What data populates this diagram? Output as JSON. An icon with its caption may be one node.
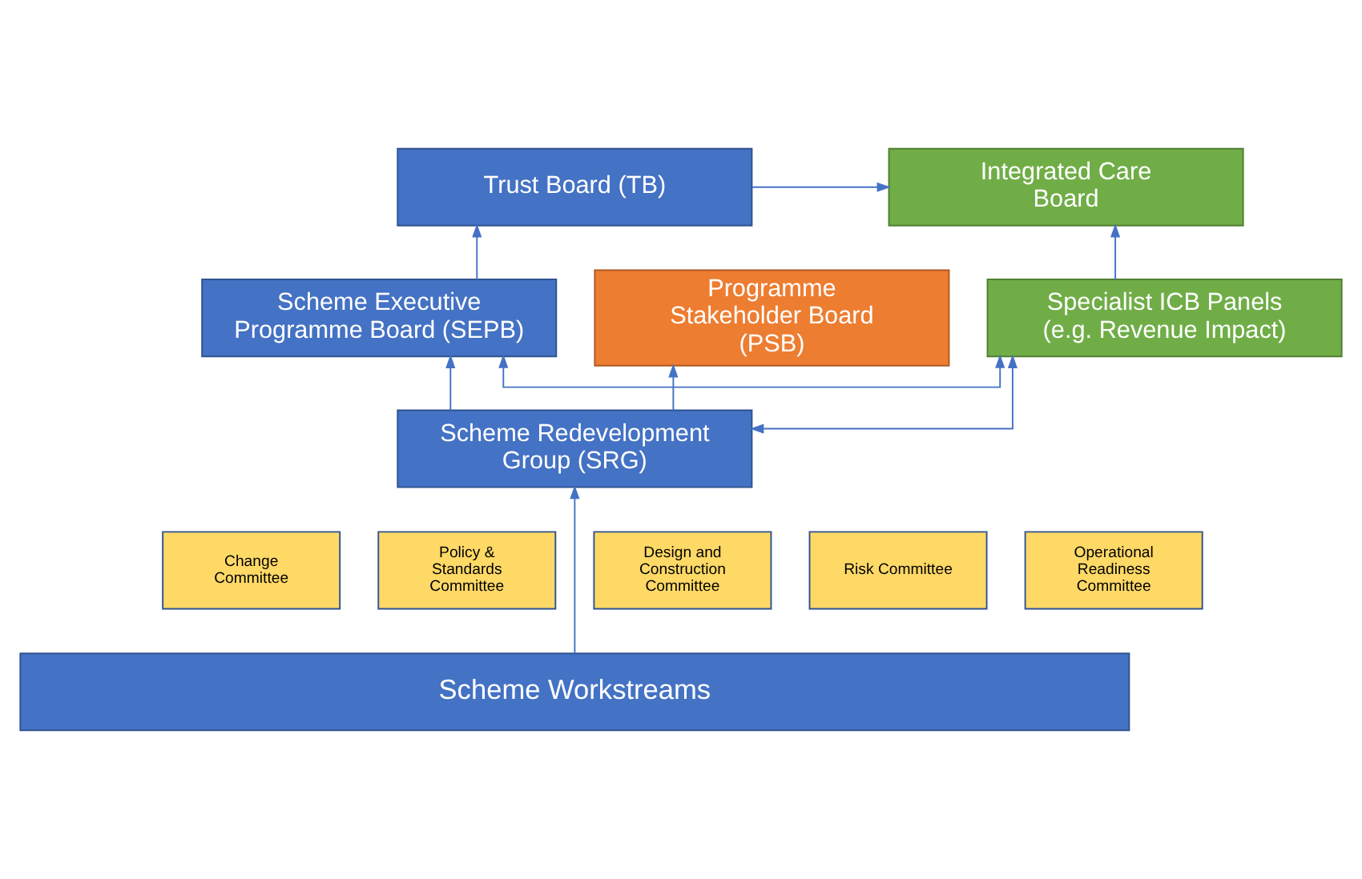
{
  "diagram": {
    "nodes": [
      {
        "text": [
          "Integrated Care Board"
        ]
      },
      {
        "text": [
          "Trust Board (TB)"
        ]
      },
      {
        "text": [
          "Scheme Executive Programme Board (SEPB)"
        ]
      },
      {
        "text": [
          "Programme Stakeholder Board (PSB)"
        ]
      },
      {
        "text": [
          "Specialist ICB Panels (e.g. Revenue Impact)"
        ]
      },
      {
        "text": [
          "Scheme Redevelopment Group (SRG)"
        ]
      },
      {
        "text": [
          "Change Committee"
        ]
      },
      {
        "text": [
          "Policy & Standards Committee"
        ]
      },
      {
        "text": [
          "Design and Construction Committee"
        ]
      },
      {
        "text": [
          "Risk Committee"
        ]
      },
      {
        "text": [
          "Operational Readiness Committee"
        ]
      },
      {
        "text": [
          "Scheme Workstreams"
        ]
      }
    ],
    "edges": [
      {
        "from": 1,
        "to": 0,
        "arrow": "to"
      },
      {
        "from": 4,
        "to": 0,
        "arrow": "to"
      },
      {
        "from": 2,
        "to": 1,
        "arrow": "to"
      },
      {
        "from": 5,
        "to": 2,
        "arrow": "to"
      },
      {
        "from": 4,
        "to": 2,
        "arrow": "both"
      },
      {
        "from": 4,
        "to": 5,
        "arrow": "both"
      },
      {
        "from": 5,
        "to": 3,
        "arrow": "to"
      },
      {
        "from": 11,
        "to": 5,
        "arrow": "to"
      }
    ]
  }
}
